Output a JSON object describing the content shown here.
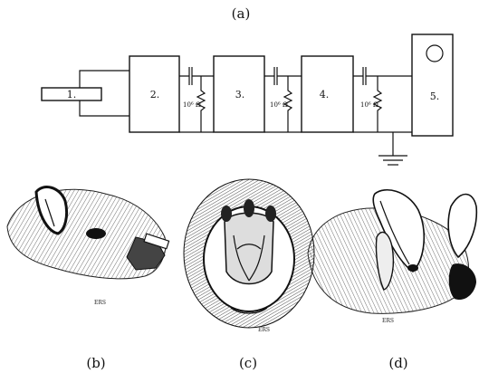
{
  "panels": {
    "a": "(a)",
    "b": "(b)",
    "c": "(c)",
    "d": "(d)"
  },
  "circuit": {
    "boxes": [
      "1.",
      "2.",
      "3.",
      "4.",
      "5."
    ],
    "resistor_label": "10⁶ Ω"
  },
  "signatures": {
    "b": "ERS",
    "c": "ERS",
    "d": "ERS"
  }
}
